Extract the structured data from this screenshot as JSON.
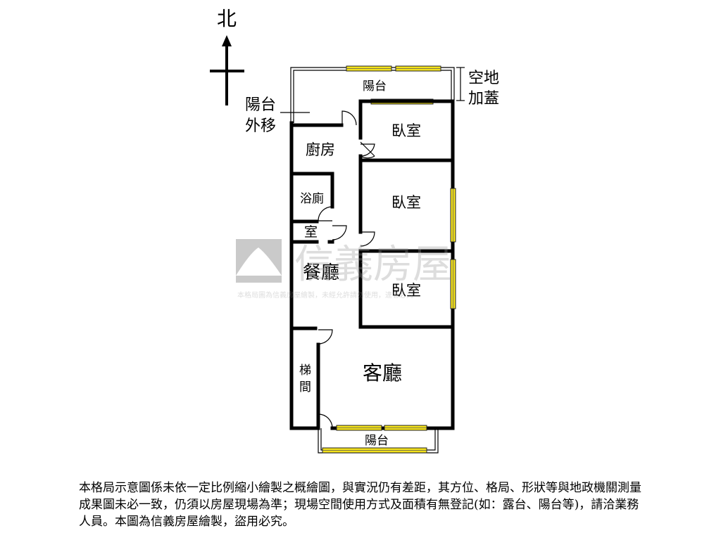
{
  "compass": {
    "north_label": "北"
  },
  "annotations": {
    "empty_land_1": "空地",
    "empty_land_2": "加蓋",
    "balcony_moved_1": "陽台",
    "balcony_moved_2": "外移"
  },
  "rooms": {
    "balcony_top": "陽台",
    "bedroom_1": "臥室",
    "kitchen": "廚房",
    "bath": "浴廁",
    "bath_room_char": "室",
    "bedroom_2": "臥室",
    "dining": "餐廳",
    "bedroom_3": "臥室",
    "stair_1": "梯",
    "stair_2": "間",
    "living": "客廳",
    "balcony_bottom": "陽台"
  },
  "watermark": {
    "brand": "信義房屋",
    "notice": "本格局圖為信義房屋繪製，未經允許請勿使用，違者必究"
  },
  "disclaimer": {
    "text": "本格局示意圖係未依一定比例縮小繪製之概繪圖，與實況仍有差距，其方位、格局、形狀等與地政機關測量成果圖未必一致，仍須以房屋現場為準；現場空間使用方式及面積有無登記(如：露台、陽台等)，請洽業務人員。本圖為信義房屋繪製，盜用必究。"
  }
}
